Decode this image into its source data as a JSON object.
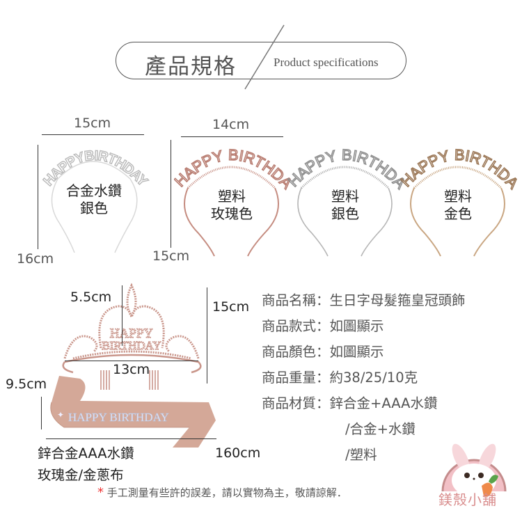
{
  "header": {
    "title_zh": "產品規格",
    "title_en": "Product specifications"
  },
  "headbands": [
    {
      "width": "15cm",
      "height": "16cm",
      "material": "合金水鑽",
      "color": "銀色",
      "text": "HAPPYBIRTHDAY",
      "tone_hex": "#b9b9b9"
    },
    {
      "width": "14cm",
      "height": "15cm",
      "material": "塑料",
      "color": "玫瑰色",
      "text": "HAPPY BIRTHDAY",
      "tone_hex": "#b77a6e"
    },
    {
      "material": "塑料",
      "color": "銀色",
      "text": "HAPPY BIRTHDAY",
      "tone_hex": "#8e8e8e"
    },
    {
      "material": "塑料",
      "color": "金色",
      "text": "HAPPY BIRTHDAY",
      "tone_hex": "#b48f68"
    }
  ],
  "crown": {
    "top_height": "5.5cm",
    "width": "13cm",
    "height": "15cm",
    "text": "HAPPY BIRTHDAY",
    "tone_hex": "#c9958a"
  },
  "sash": {
    "width": "9.5cm",
    "length": "160cm",
    "text": "HAPPY BIRTHDAY",
    "tone_hex": "#d4a898",
    "label_line1": "鋅合金AAA水鑽",
    "label_line2": "玫瑰金/金蔥布"
  },
  "specs": [
    {
      "key": "商品名稱：",
      "value": "生日字母髮箍皇冠頭飾"
    },
    {
      "key": "商品款式：",
      "value": "如圖顯示"
    },
    {
      "key": "商品顏色：",
      "value": "如圖顯示"
    },
    {
      "key": "商品重量：",
      "value": "約38/25/10克"
    },
    {
      "key": "商品材質：",
      "value": "鋅合金+AAA水鑽"
    },
    {
      "key": "",
      "value": "/合金+水鑽"
    },
    {
      "key": "",
      "value": "/塑料"
    }
  ],
  "note": {
    "star": "*",
    "text": "手工測量有些許的誤差，請以實物為主，敬請諒解．"
  },
  "logo": {
    "text": "鎂殼小舖",
    "icon": "bunny-carrot-icon"
  }
}
